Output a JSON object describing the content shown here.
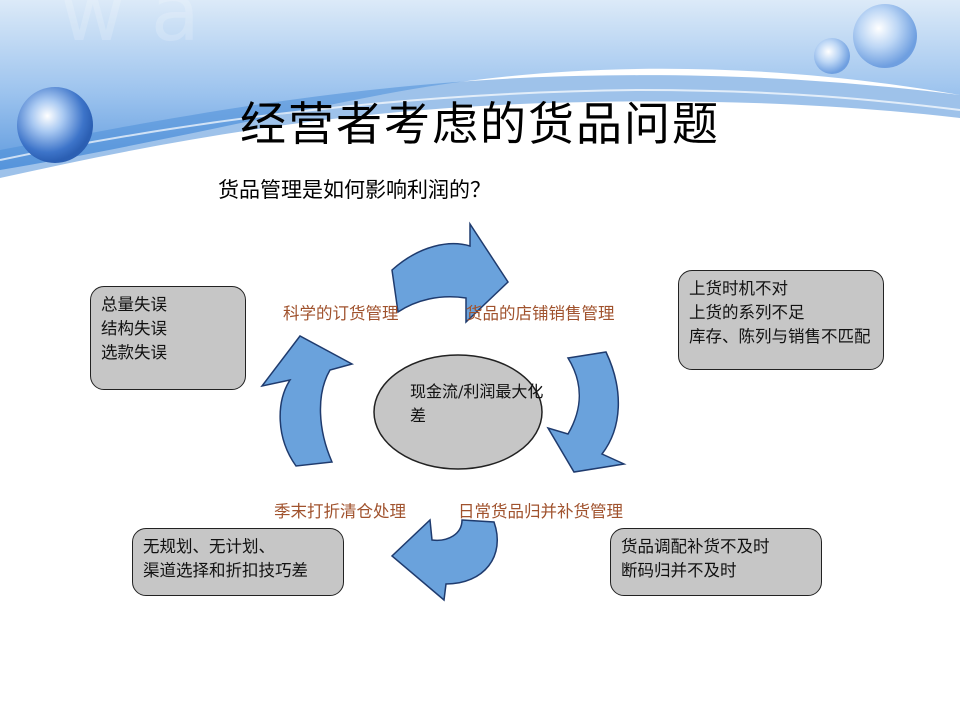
{
  "colors": {
    "arrow_fill": "#6aa2dc",
    "arrow_stroke": "#1f3b6e",
    "box_fill": "#c6c6c6",
    "label_color": "#a0522d",
    "banner_blue": "#6fa6e4"
  },
  "slide": {
    "title": "经营者考虑的货品问题",
    "subtitle": "货品管理是如何影响利润的？"
  },
  "center": {
    "line1": "现金流/利润最大化",
    "line2": "差"
  },
  "labels": {
    "top_left": "科学的订货管理",
    "top_right": "货品的店铺销售管理",
    "bottom_left": "季末打折清仓处理",
    "bottom_right": "日常货品归并补货管理"
  },
  "boxes": {
    "left": [
      "总量失误",
      "结构失误",
      "选款失误"
    ],
    "right": [
      "上货时机不对",
      "上货的系列不足",
      "库存、陈列与销售不匹配"
    ],
    "bottom_left": [
      "无规划、无计划、",
      "渠道选择和折扣技巧差"
    ],
    "bottom_right": [
      "货品调配补货不及时",
      "断码归并不及时"
    ]
  }
}
